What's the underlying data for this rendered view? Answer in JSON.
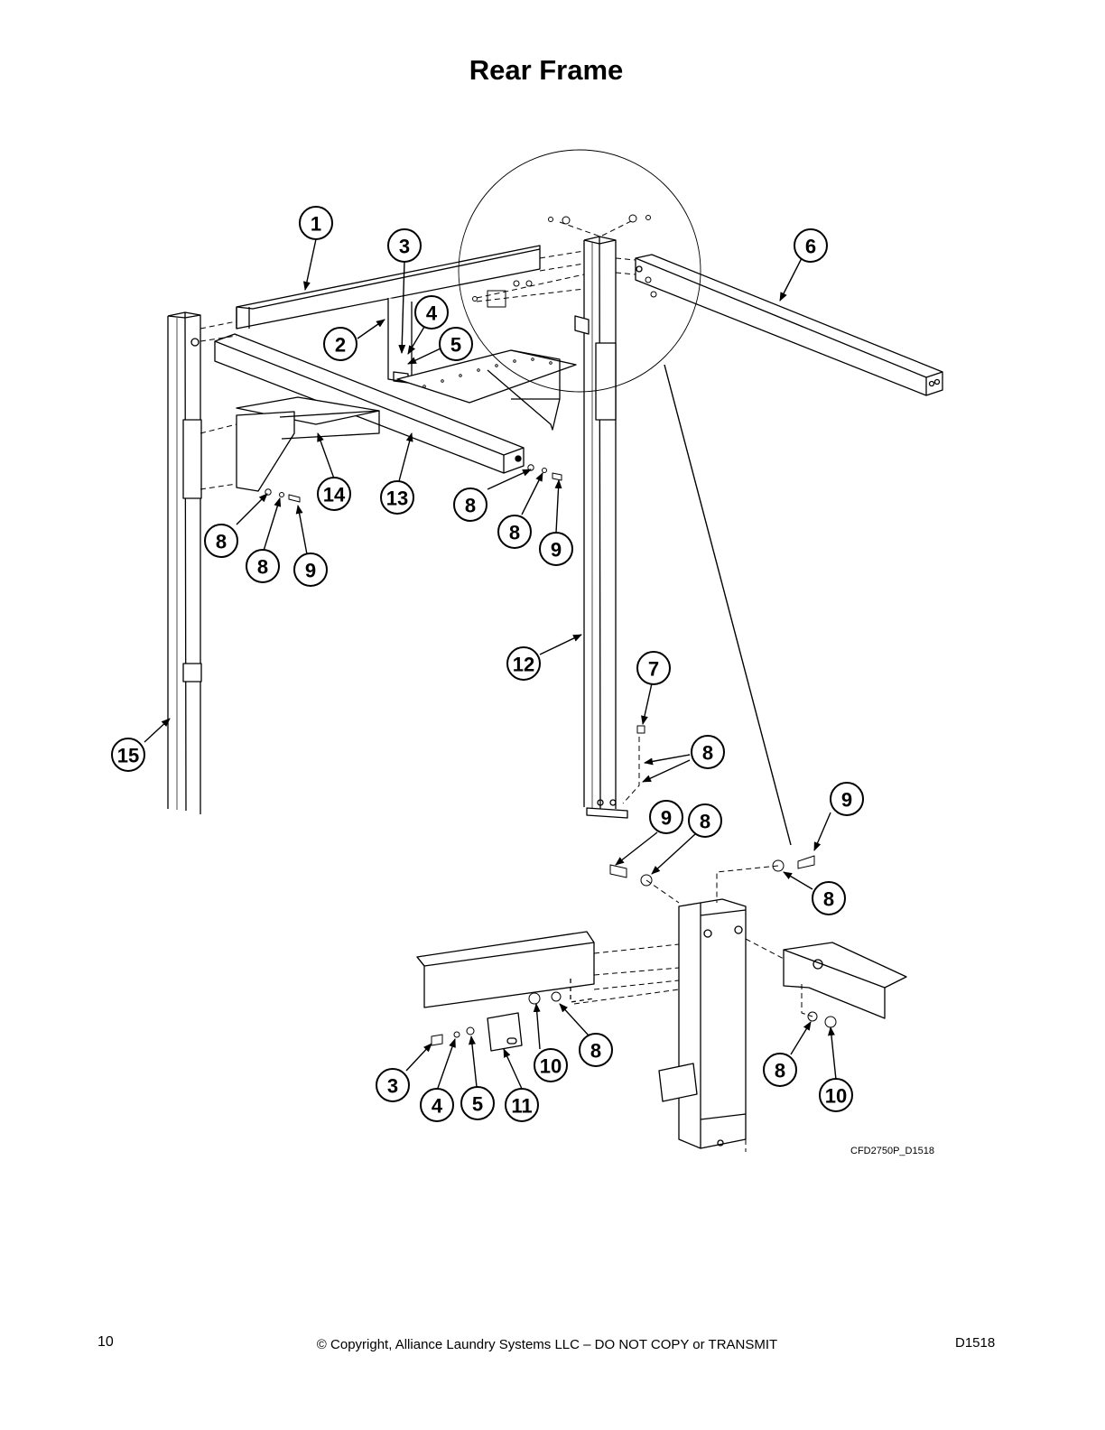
{
  "title": "Rear Frame",
  "drawing_id": "CFD2750P_D1518",
  "callouts": [
    "1",
    "2",
    "3",
    "4",
    "5",
    "6",
    "7",
    "8",
    "9",
    "10",
    "11",
    "12",
    "13",
    "14",
    "15"
  ],
  "footer": {
    "page_number": "10",
    "copyright": "© Copyright, Alliance Laundry Systems LLC – DO NOT COPY or TRANSMIT",
    "doc_code": "D1518"
  }
}
